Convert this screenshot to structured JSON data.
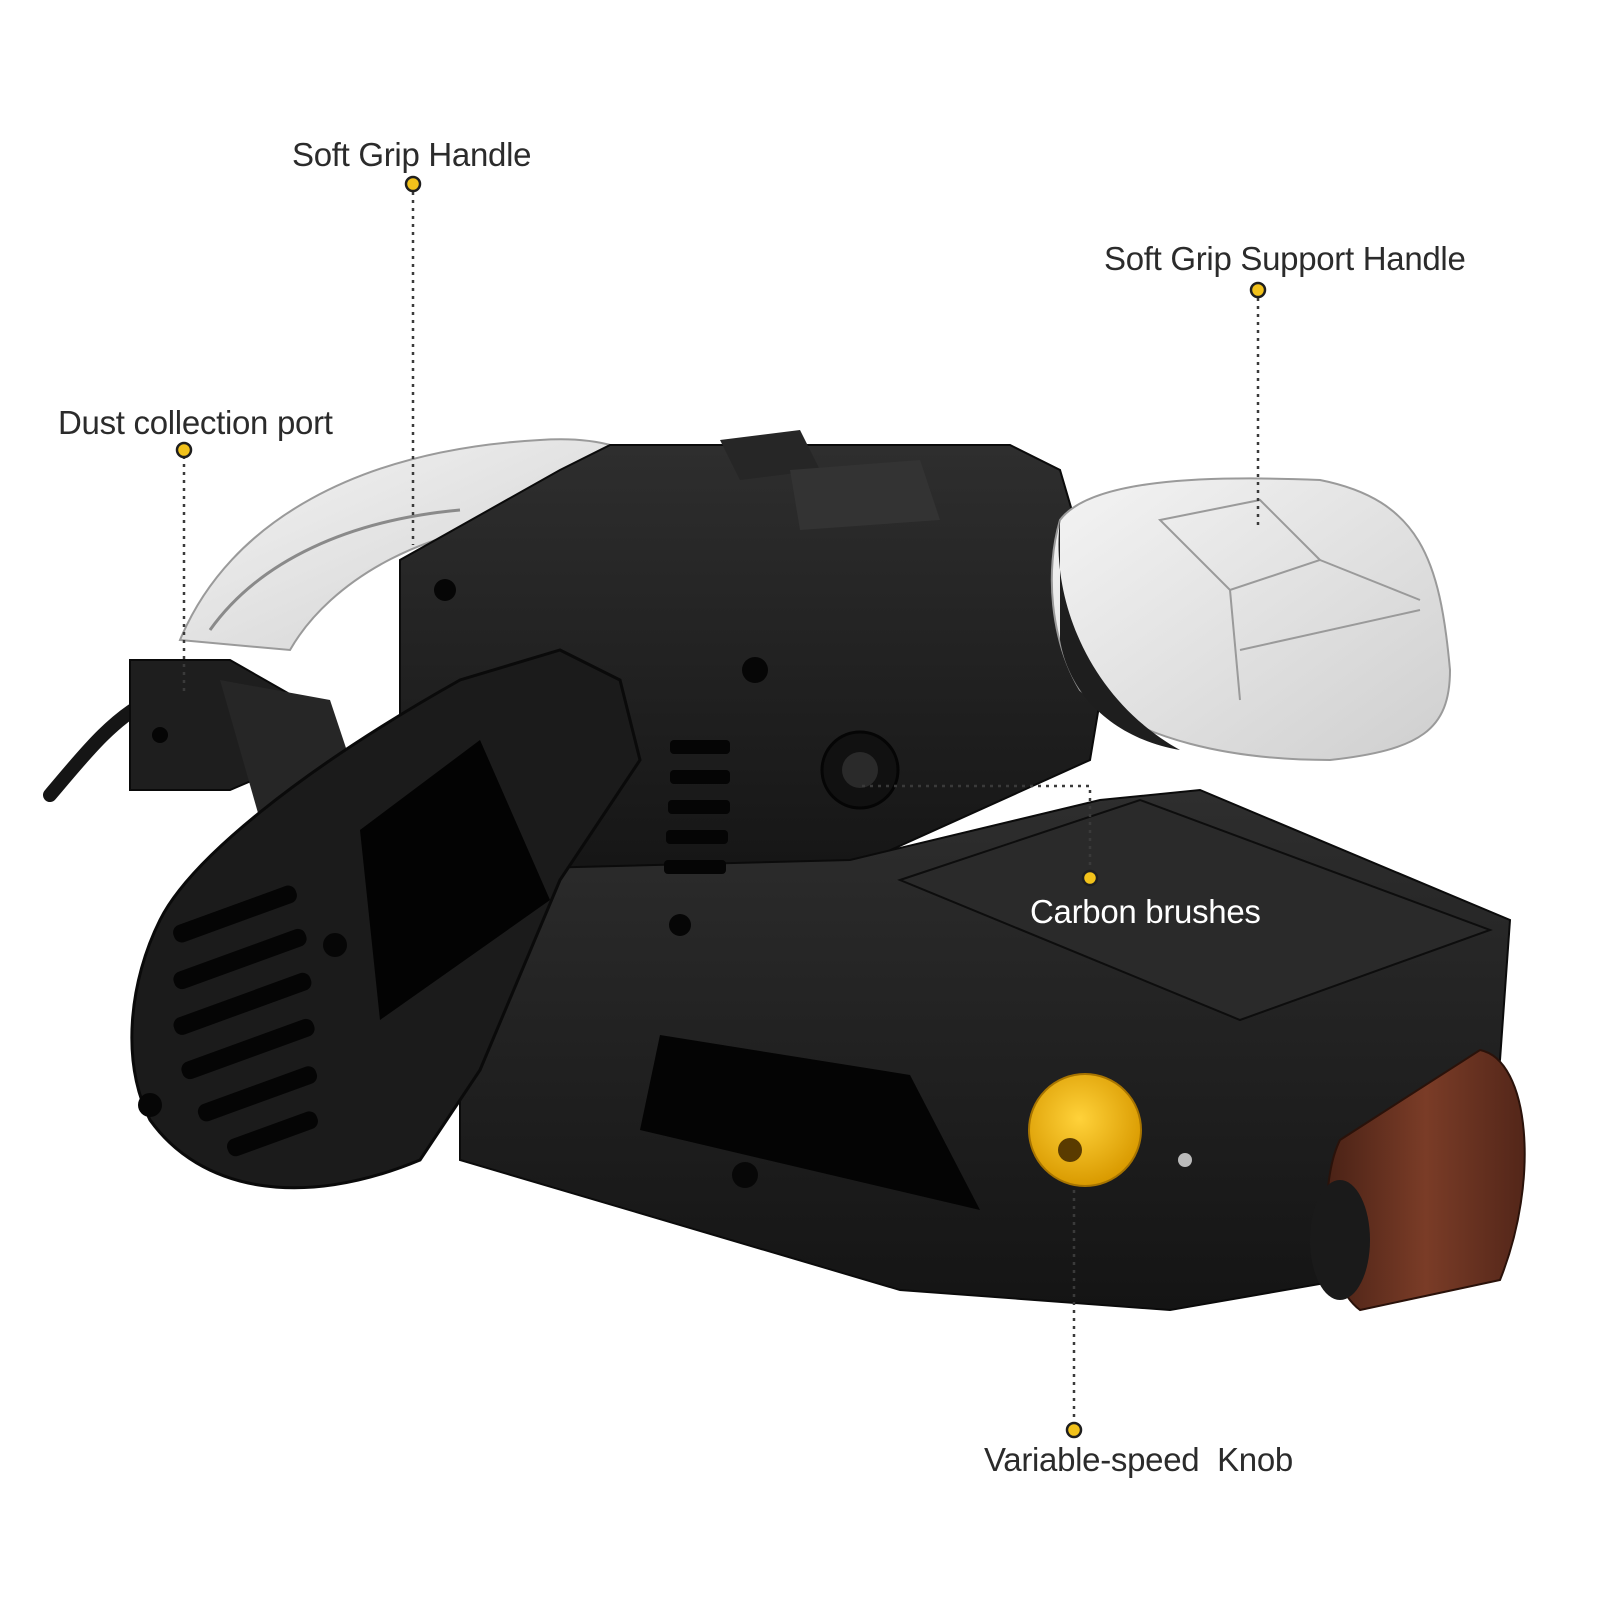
{
  "callouts": [
    {
      "id": "soft-grip-handle",
      "label": "Soft Grip Handle"
    },
    {
      "id": "soft-grip-support-handle",
      "label": "Soft Grip Support Handle"
    },
    {
      "id": "dust-collection-port",
      "label": "Dust collection port"
    },
    {
      "id": "carbon-brushes",
      "label": "Carbon brushes"
    },
    {
      "id": "variable-speed-knob",
      "label": "Variable-speed  Knob"
    }
  ],
  "colors": {
    "background": "#ffffff",
    "body": "#1c1c1c",
    "handle": "#e6e6e6",
    "knob": "#f2b705",
    "belt": "#6b3322",
    "marker": "#f2c21b"
  }
}
